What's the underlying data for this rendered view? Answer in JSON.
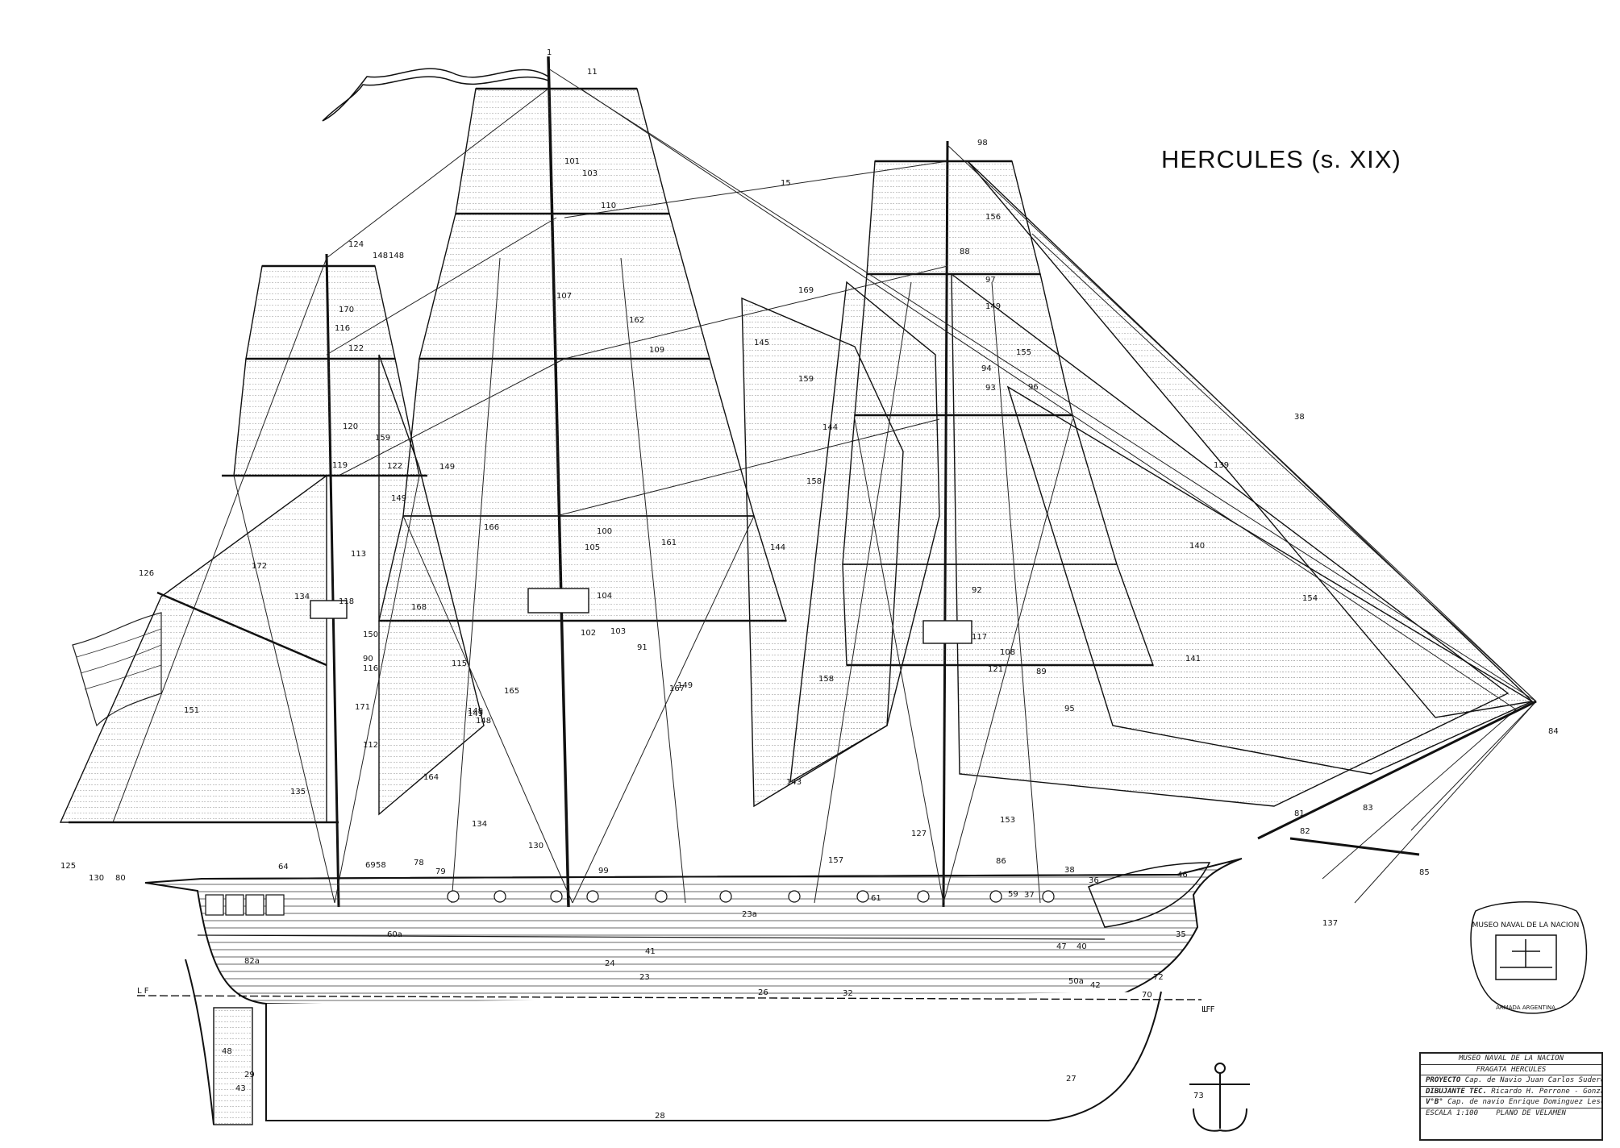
{
  "title": "HERCULES (s. XIX)",
  "title_block": {
    "row1": "MUSEO NAVAL DE LA NACION",
    "row2": "FRAGATA HERCULES",
    "row3_label": "PROYECTO",
    "row3_value": "Cap. de Navio Juan Carlos Sudero",
    "row4_label": "DIBUJANTE TEC.",
    "row4_value": "Ricardo H. Perrone - Gonzalo Alfredo Agusto",
    "row5_label": "V°B°",
    "row5_value": "Cap. de navio Enrique Dominguez Lescano (Director)",
    "escala": "ESCALA 1:100",
    "plano": "PLANO DE VELAMEN"
  },
  "seal": {
    "text_top": "MUSEO NAVAL DE LA NACION",
    "text_bottom": "ARMADA ARGENTINA"
  },
  "waterline_label_left": "L F",
  "waterline_label_right": "L F",
  "labels": [
    "1",
    "11",
    "15",
    "98",
    "101",
    "103",
    "110",
    "148",
    "156",
    "88",
    "97",
    "149",
    "124",
    "148",
    "170",
    "116",
    "122",
    "169",
    "107",
    "162",
    "145",
    "155",
    "94",
    "109",
    "159",
    "93",
    "96",
    "38",
    "120",
    "159",
    "144",
    "149",
    "119",
    "122",
    "158",
    "139",
    "149",
    "166",
    "100",
    "105",
    "161",
    "144",
    "140",
    "172",
    "113",
    "126",
    "134",
    "118",
    "168",
    "104",
    "103",
    "102",
    "92",
    "154",
    "150",
    "117",
    "91",
    "108",
    "90",
    "116",
    "115",
    "121",
    "89",
    "95",
    "149",
    "151",
    "171",
    "167",
    "149",
    "148",
    "165",
    "158",
    "149",
    "141",
    "84",
    "112",
    "164",
    "143",
    "81",
    "82",
    "83",
    "135",
    "130",
    "134",
    "127",
    "153",
    "125",
    "130",
    "157",
    "86",
    "85",
    "80",
    "64",
    "69",
    "58",
    "78",
    "79",
    "99",
    "38",
    "36",
    "46",
    "137",
    "61",
    "59",
    "37",
    "60a",
    "23a",
    "35",
    "82a",
    "47",
    "40",
    "72",
    "41",
    "24",
    "23",
    "26",
    "32",
    "50a",
    "42",
    "70",
    "LF",
    "48",
    "29",
    "43",
    "73",
    "27",
    "28"
  ]
}
